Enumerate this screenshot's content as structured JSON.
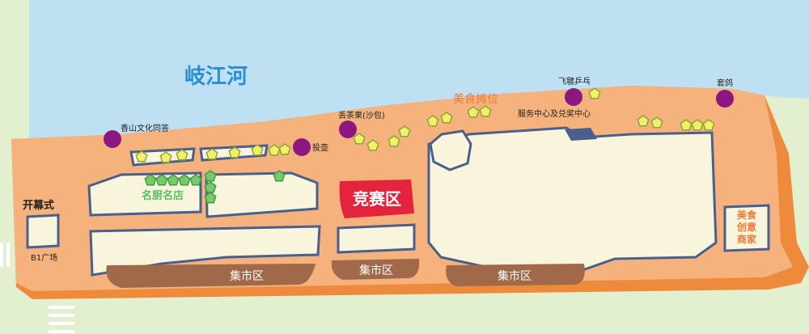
{
  "map": {
    "river": "岐江河",
    "opening": "开幕式",
    "b1_plaza": "B1广场",
    "famous_kitchens": "名厨名店",
    "competition": "竞赛区",
    "market_left": "集市区",
    "market_mid": "集市区",
    "market_right": "集市区",
    "food_stalls": "美食摊位",
    "creative_food": [
      "美食",
      "创意",
      "商家"
    ],
    "poi": {
      "xiangshan": "香山文化同答",
      "tounta": "投壶",
      "tea": "丢茶果(沙包)",
      "pingpong": "飞毽乒乓",
      "service": "服务中心及兑奖中心",
      "taohu": "套鸽"
    }
  },
  "colors": {
    "river": "#bfe0f2",
    "river_text": "#2a8fd0",
    "land": "#f5b27c",
    "border": "#ee8a3c",
    "building": "#f8f5dc",
    "building_edge": "#4b5f8c",
    "red_badge": "#e4233c",
    "brown_bar": "#a0694a",
    "purple": "#8c1780",
    "star": "#f2f06a",
    "star_edge": "#8aa537",
    "green": "#79c96b",
    "orange_text": "#f07a3a",
    "green_text": "#5bbf63",
    "grass": "#e3f0cf"
  }
}
